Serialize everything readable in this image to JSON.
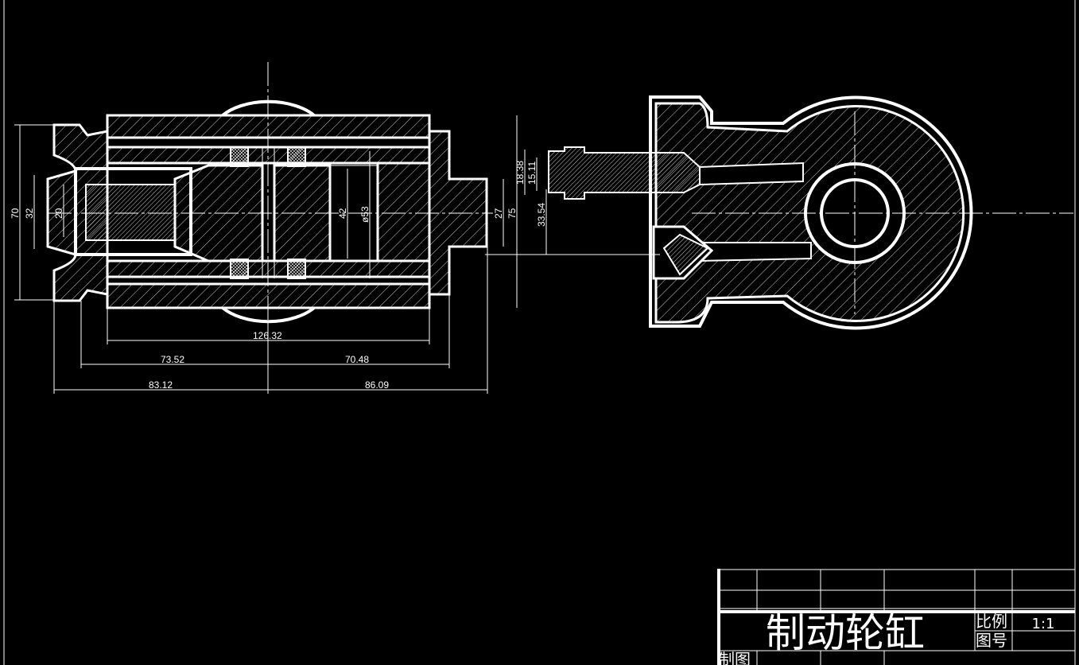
{
  "title_block": {
    "drawing_title": "制动轮缸",
    "scale_label": "比例",
    "scale_value": "1:1",
    "drawing_no_label": "图号",
    "drawn_by_label": "制图"
  },
  "dimensions": {
    "d70": "70",
    "d32": "32",
    "d20": "20",
    "d42": "42",
    "d53": "ø53",
    "d27": "27",
    "d75": "75",
    "d18_38": "18.38",
    "d15_11": "15.11",
    "d33_54": "33.54",
    "d126_32": "126.32",
    "d73_52": "73.52",
    "d70_48": "70.48",
    "d83_12": "83.12",
    "d86_09": "86.09"
  },
  "colors": {
    "background": "#000000",
    "lines": "#ffffff"
  }
}
